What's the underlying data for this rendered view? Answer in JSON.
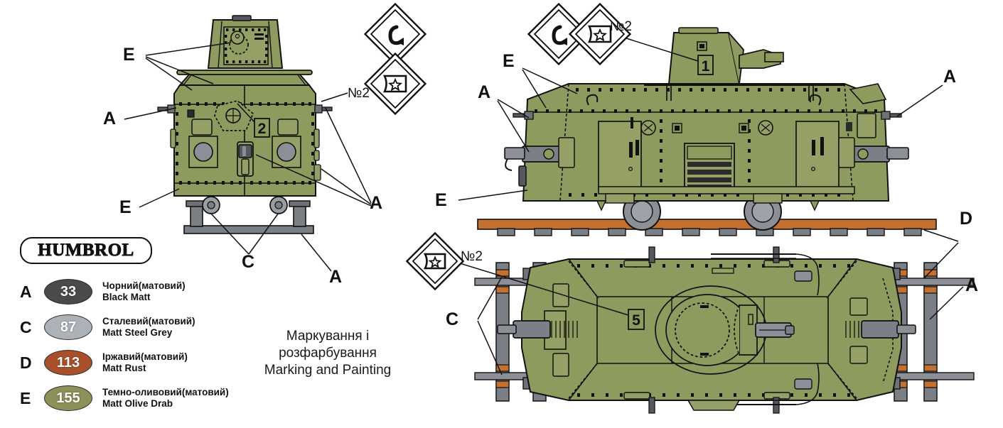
{
  "sheet": {
    "title_ua": "Маркування і розфарбування",
    "title_en": "Marking and Painting"
  },
  "legend": {
    "brand": "HUMBROL",
    "paints": [
      {
        "code": "A",
        "number": "33",
        "name_ua": "Чорний(матовий)",
        "name_en": "Black Matt",
        "color": "#4a4a4a"
      },
      {
        "code": "C",
        "number": "87",
        "name_ua": "Сталевий(матовий)",
        "name_en": "Matt Steel Grey",
        "color": "#adb2b8"
      },
      {
        "code": "D",
        "number": "113",
        "name_ua": "Іржавий(матовий)",
        "name_en": "Matt Rust",
        "color": "#a8502a"
      },
      {
        "code": "E",
        "number": "155",
        "name_ua": "Темно-оливовий(матовий)",
        "name_en": "Matt Olive Drab",
        "color": "#8b9157"
      }
    ]
  },
  "callouts": {
    "front_E_top": "E",
    "front_A_left": "A",
    "front_E_low": "E",
    "front_C": "C",
    "front_A_right": "A",
    "front_A_bottom": "A",
    "side_E_top": "E",
    "side_A_left": "A",
    "side_E_low": "E",
    "side_A_right": "A",
    "plan_C": "C",
    "plan_D": "D",
    "plan_A": "A"
  },
  "decal_refs": {
    "front_number": "2",
    "side_turret_number": "1",
    "plan_number": "5",
    "marker_front": "№2",
    "marker_side": "№2",
    "marker_plan": "№2"
  },
  "colors": {
    "body_olive": "#8e9b5f",
    "body_olive_shade": "#7f8c52",
    "body_olive_light": "#99a569",
    "metal_grey": "#7b7f86",
    "metal_dark": "#55585e",
    "rail_rust": "#c4702f",
    "outline": "#111111",
    "wheel_grey": "#8c9096",
    "background": "#ffffff"
  },
  "views": {
    "front": "front elevation of armoured railcar",
    "side": "side elevation of armoured railcar on track",
    "plan": "plan (top) view of armoured railcar with rails"
  }
}
